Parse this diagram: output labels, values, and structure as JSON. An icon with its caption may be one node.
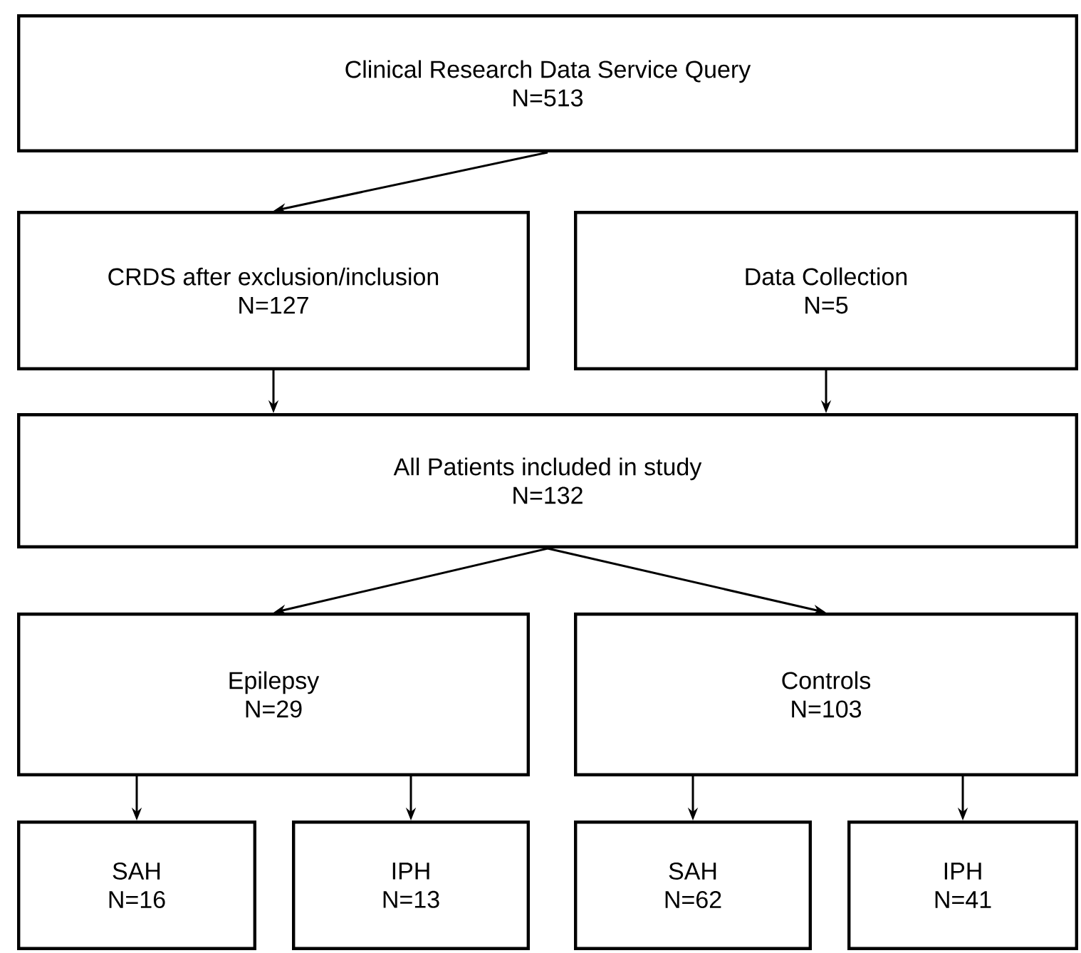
{
  "diagram": {
    "nodes": [
      {
        "text": [
          "Clinical Research Data Service Query",
          "N=513"
        ]
      },
      {
        "text": [
          "CRDS after exclusion/inclusion",
          "N=127"
        ]
      },
      {
        "text": [
          "Data Collection",
          "N=5"
        ]
      },
      {
        "text": [
          "All Patients included in study",
          "N=132"
        ]
      },
      {
        "text": [
          "Epilepsy",
          "N=29"
        ]
      },
      {
        "text": [
          "Controls",
          "N=103"
        ]
      },
      {
        "text": [
          "SAH",
          "N=16"
        ]
      },
      {
        "text": [
          "IPH",
          "N=13"
        ]
      },
      {
        "text": [
          "SAH",
          "N=62"
        ]
      },
      {
        "text": [
          "IPH",
          "N=41"
        ]
      }
    ],
    "edges": [
      {
        "from": 0,
        "to": 1,
        "arrow": "to"
      },
      {
        "from": 1,
        "to": 3,
        "arrow": "to"
      },
      {
        "from": 2,
        "to": 3,
        "arrow": "to"
      },
      {
        "from": 3,
        "to": 4,
        "arrow": "to"
      },
      {
        "from": 3,
        "to": 5,
        "arrow": "to"
      },
      {
        "from": 4,
        "to": 6,
        "arrow": "to"
      },
      {
        "from": 4,
        "to": 7,
        "arrow": "to"
      },
      {
        "from": 5,
        "to": 8,
        "arrow": "to"
      },
      {
        "from": 5,
        "to": 9,
        "arrow": "to"
      }
    ]
  }
}
